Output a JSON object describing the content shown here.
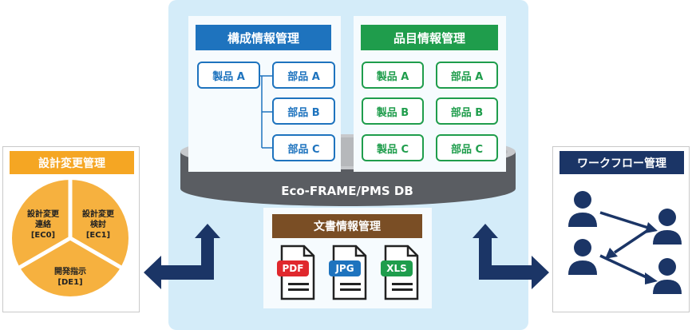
{
  "center": {
    "structure_panel": {
      "title": "構成情報管理",
      "product": "製品 A",
      "parts": [
        "部品 A",
        "部品 B",
        "部品 C"
      ]
    },
    "item_panel": {
      "title": "品目情報管理",
      "products": [
        "製品 A",
        "製品 B",
        "製品 C"
      ],
      "parts": [
        "部品 A",
        "部品 B",
        "部品 C"
      ]
    },
    "db_label": "Eco-FRAME/PMS DB",
    "document_panel": {
      "title": "文書情報管理",
      "files": [
        {
          "label": "PDF",
          "color": "#e0282d"
        },
        {
          "label": "JPG",
          "color": "#1e73be"
        },
        {
          "label": "XLS",
          "color": "#1f9d4c"
        }
      ]
    }
  },
  "left_box": {
    "title": "設計変更管理",
    "segments": [
      {
        "lines": [
          "設計変更",
          "連絡",
          "[EC0]"
        ]
      },
      {
        "lines": [
          "設計変更",
          "検討",
          "[EC1]"
        ]
      },
      {
        "lines": [
          "開発指示",
          "[DE1]"
        ]
      }
    ]
  },
  "right_box": {
    "title": "ワークフロー管理",
    "person_icons": 5
  },
  "colors": {
    "blue": "#1e73be",
    "green": "#1f9d4c",
    "brown": "#7a4e25",
    "orange": "#f5a623",
    "navy": "#1b3566",
    "db_gray": "#5a5d62"
  }
}
